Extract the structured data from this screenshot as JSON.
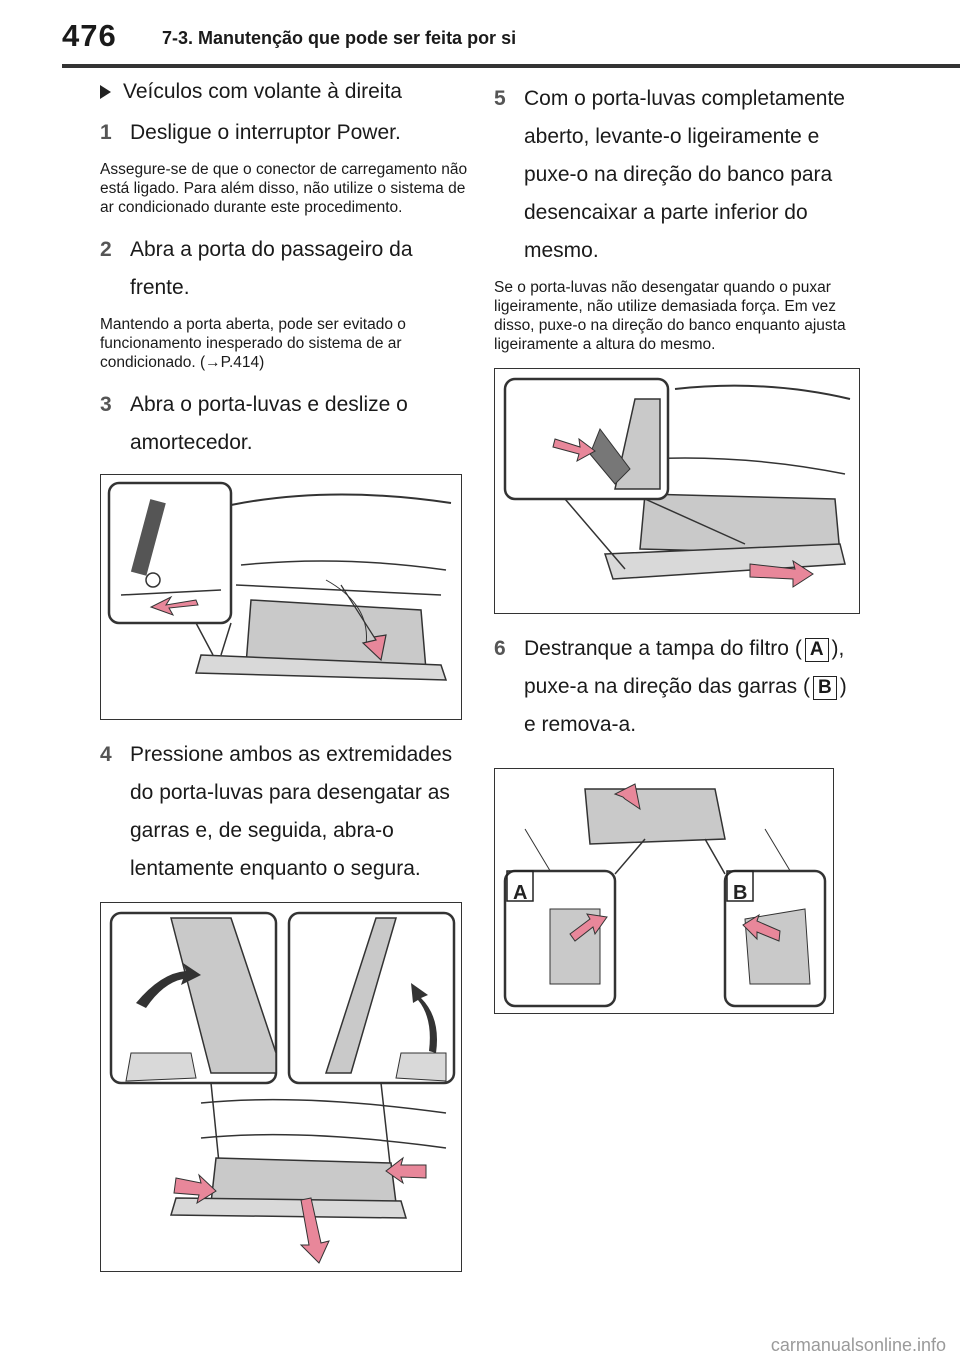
{
  "header": {
    "page_number": "476",
    "section_title": "7-3. Manutenção que pode ser feita por si"
  },
  "left": {
    "heading": "Veículos com volante à direita",
    "step1": {
      "num": "1",
      "text": "Desligue o interruptor Power."
    },
    "note1": "Assegure-se de que o conector de carregamento não está ligado. Para além disso, não utilize o sistema de ar condicionado durante este procedimento.",
    "step2": {
      "num": "2",
      "text": "Abra a porta do passageiro da frente."
    },
    "note2": "Mantendo a porta aberta, pode ser evitado o funcionamento inesperado do sistema de ar condicionado. (→P.414)",
    "step3": {
      "num": "3",
      "text": "Abra o porta-luvas e deslize o amortecedor."
    },
    "step4": {
      "num": "4",
      "text": "Pressione ambos as extremidades do porta-luvas para desengatar as garras e, de seguida, abra-o lentamente enquanto o segura."
    }
  },
  "right": {
    "step5": {
      "num": "5",
      "text": "Com o porta-luvas completamente aberto, levante-o ligeiramente e puxe-o na direção do banco para desencaixar a parte inferior do mesmo."
    },
    "note5": "Se o porta-luvas não desengatar quando o puxar ligeiramente, não utilize demasiada força. Em vez disso, puxe-o na direção do banco enquanto ajusta ligeiramente a altura do mesmo.",
    "step6": {
      "num": "6",
      "text_a": "Destranque a tampa do filtro (",
      "label_a": "A",
      "text_b": "), puxe-a na direção das garras (",
      "label_b": "B",
      "text_c": ") e remova-a."
    },
    "figure_labels": {
      "a": "A",
      "b": "B"
    }
  },
  "watermark": "carmanualsonline.info",
  "colors": {
    "arrow": "#e8879a",
    "line": "#333333",
    "shade": "#c9c9c9"
  }
}
